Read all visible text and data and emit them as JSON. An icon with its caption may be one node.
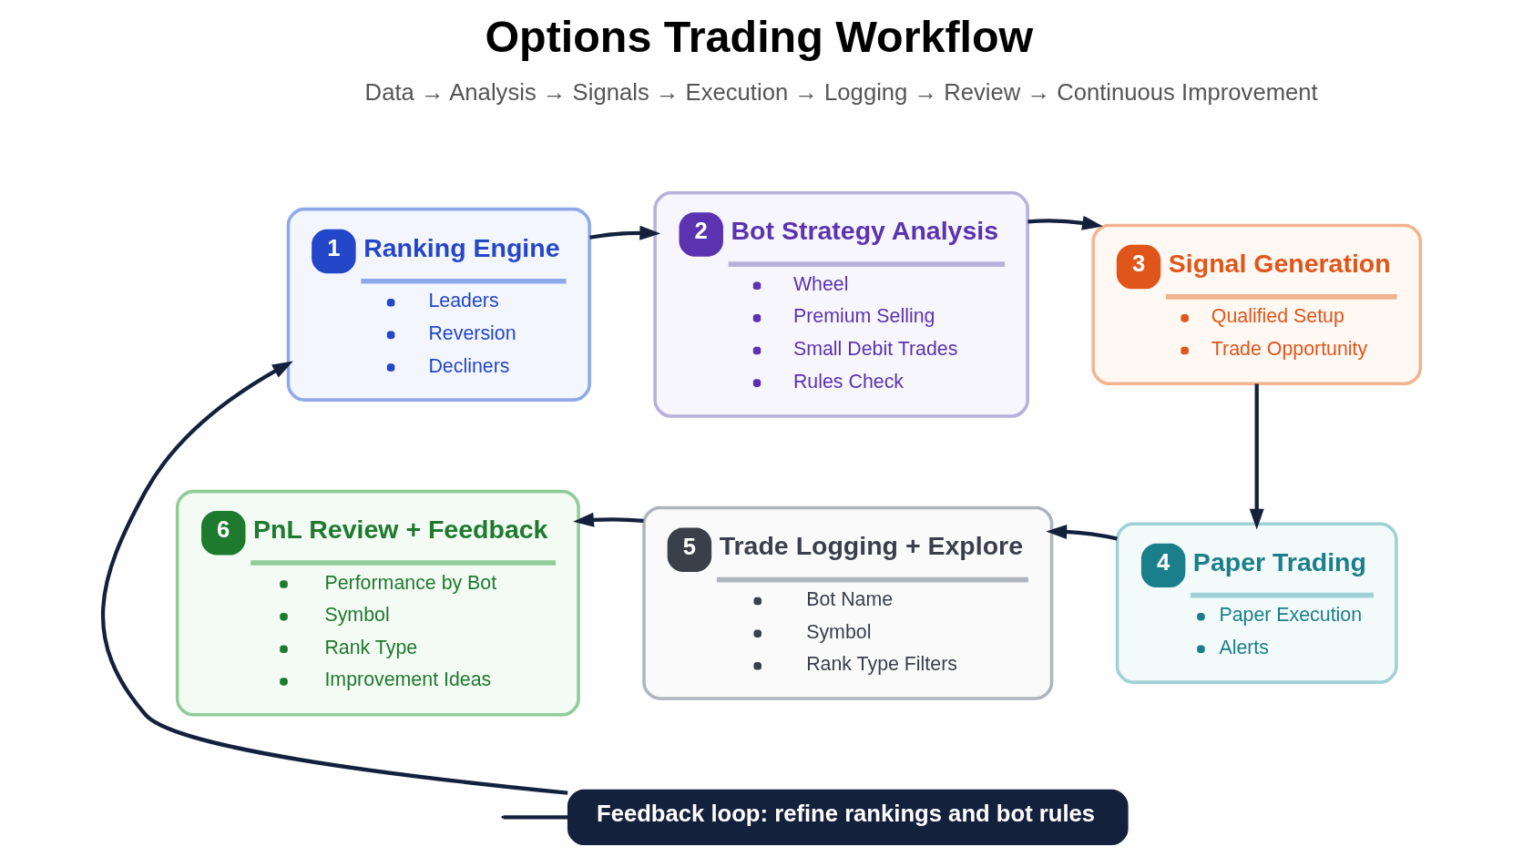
{
  "diagram": {
    "title": "Options Trading Workflow",
    "nodes": [
      {
        "text": [
          "1",
          "Ranking Engine",
          "Leaders",
          "Reversion",
          "Decliners"
        ]
      },
      {
        "text": [
          "2",
          "Bot Strategy Analysis",
          "Wheel",
          "Premium Selling",
          "Small Debit Trades",
          "Rules Check"
        ]
      },
      {
        "text": [
          "3",
          "Signal Generation",
          "Qualified Setup",
          "Trade Opportunity"
        ]
      },
      {
        "text": [
          "6",
          "PnL Review + Feedback",
          "Performance by Bot",
          "Symbol",
          "Rank Type",
          "Improvement Ideas"
        ]
      },
      {
        "text": [
          "5",
          "Trade Logging + Explore",
          "Bot Name",
          "Symbol",
          "Rank Type Filters"
        ]
      },
      {
        "text": [
          "4",
          "Paper Trading",
          "Paper Execution",
          "Alerts"
        ]
      },
      {
        "text": [
          "Feedback loop: refine rankings and bot rules"
        ]
      }
    ],
    "edges": [
      {
        "from": 0,
        "to": 1,
        "arrow": "to"
      },
      {
        "from": 1,
        "to": 2,
        "arrow": "to"
      },
      {
        "from": 2,
        "to": 5,
        "arrow": "to"
      },
      {
        "from": 5,
        "to": 4,
        "arrow": "to"
      },
      {
        "from": 4,
        "to": 3,
        "arrow": "to"
      },
      {
        "from": null,
        "to": 6,
        "arrow": "none"
      },
      {
        "from": 6,
        "to": 0,
        "arrow": "to"
      }
    ],
    "labels": [
      "Data → Analysis → Signals → Execution → Logging → Review → Continuous Improvement"
    ]
  }
}
